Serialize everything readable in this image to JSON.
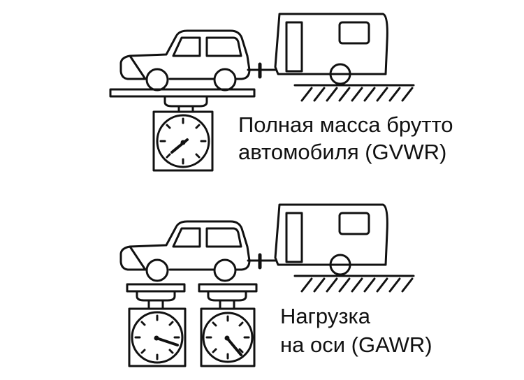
{
  "labels": {
    "gvwr_line1": "Полная масса брутто",
    "gvwr_line2": "автомобиля (GVWR)",
    "gawr_line1": "Нагрузка",
    "gawr_line2": "на оси (GAWR)"
  },
  "colors": {
    "ink": "#111111",
    "background": "#ffffff"
  }
}
